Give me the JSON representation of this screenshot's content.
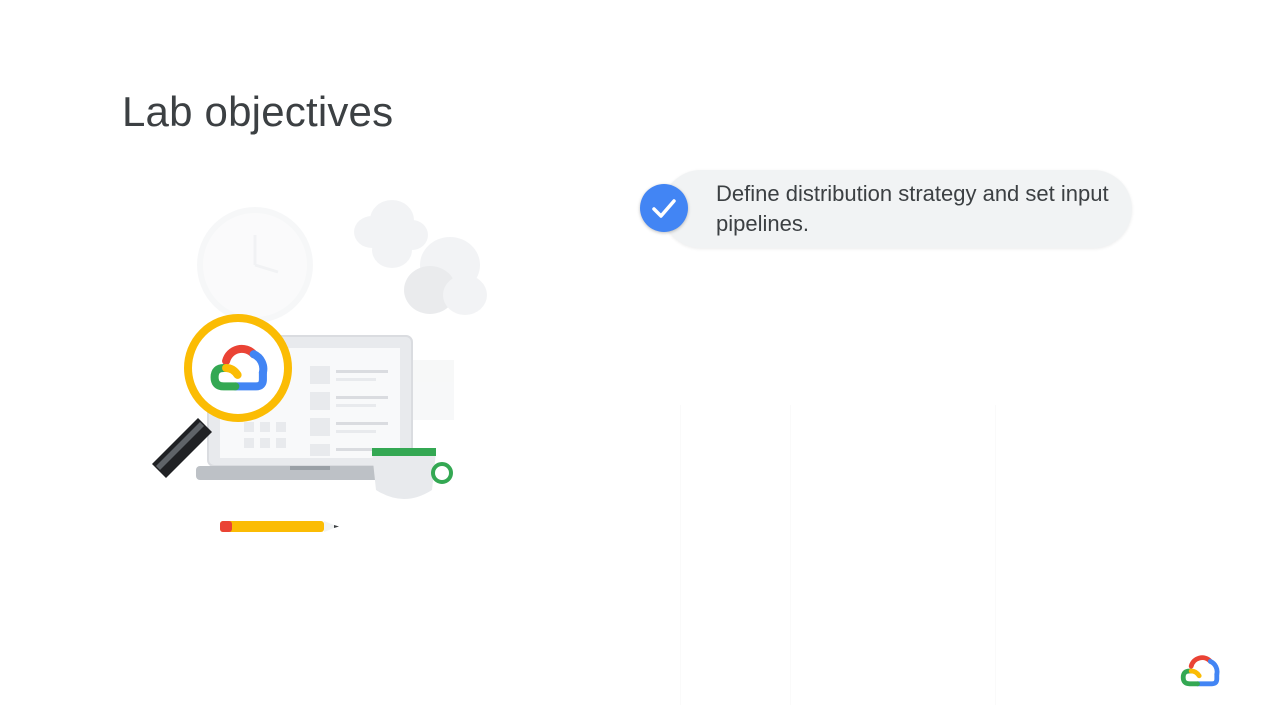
{
  "slide": {
    "title": "Lab objectives",
    "objectives": [
      {
        "text": "Define distribution strategy and set input pipelines.",
        "checked": true
      }
    ]
  },
  "icons": {
    "objective_check": "checkmark-icon",
    "brand": "google-cloud-logo-icon",
    "illustration": "magnifier-laptop-illustration"
  },
  "colors": {
    "check_blue": "#4285f4",
    "pill_background": "#f1f3f4",
    "text": "#3c4043",
    "google_red": "#ea4335",
    "google_yellow": "#fbbc04",
    "google_green": "#34a853",
    "google_blue": "#4285f4"
  }
}
